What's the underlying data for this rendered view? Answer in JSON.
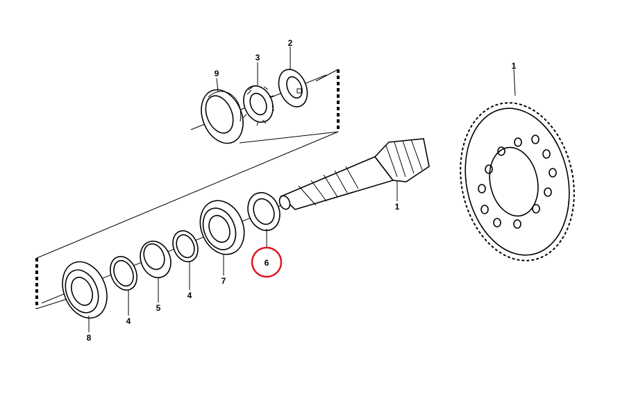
{
  "diagram": {
    "callouts": {
      "c9": "9",
      "c3": "3",
      "c2": "2",
      "c1_gear": "1",
      "c1_shaft": "1",
      "c6": "6",
      "c7": "7",
      "c4_right": "4",
      "c5": "5",
      "c4_left": "4",
      "c8": "8"
    },
    "highlight_color": "#e0141e",
    "highlighted_callout": "6"
  }
}
